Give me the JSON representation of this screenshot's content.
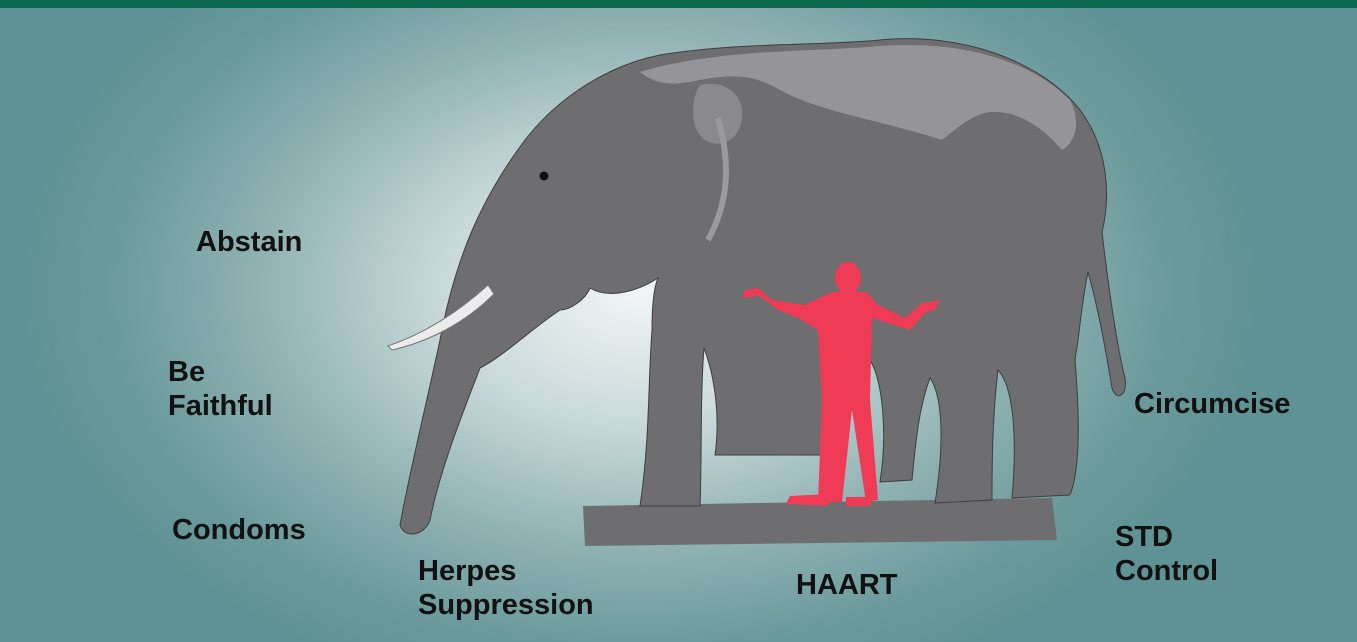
{
  "labels": {
    "abstain": "Abstain",
    "be_faithful_line1": "Be",
    "be_faithful_line2": "Faithful",
    "condoms": "Condoms",
    "herpes_line1": "Herpes",
    "herpes_line2": "Suppression",
    "haart": "HAART",
    "std_line1": "STD",
    "std_line2": "Control",
    "circumcise": "Circumcise"
  },
  "colors": {
    "header_bar": "#0e6a4f",
    "elephant_body": "#6e6e70",
    "elephant_back": "#959597",
    "tusk": "#ececec",
    "person": "#ef3b55",
    "text": "#111111"
  }
}
